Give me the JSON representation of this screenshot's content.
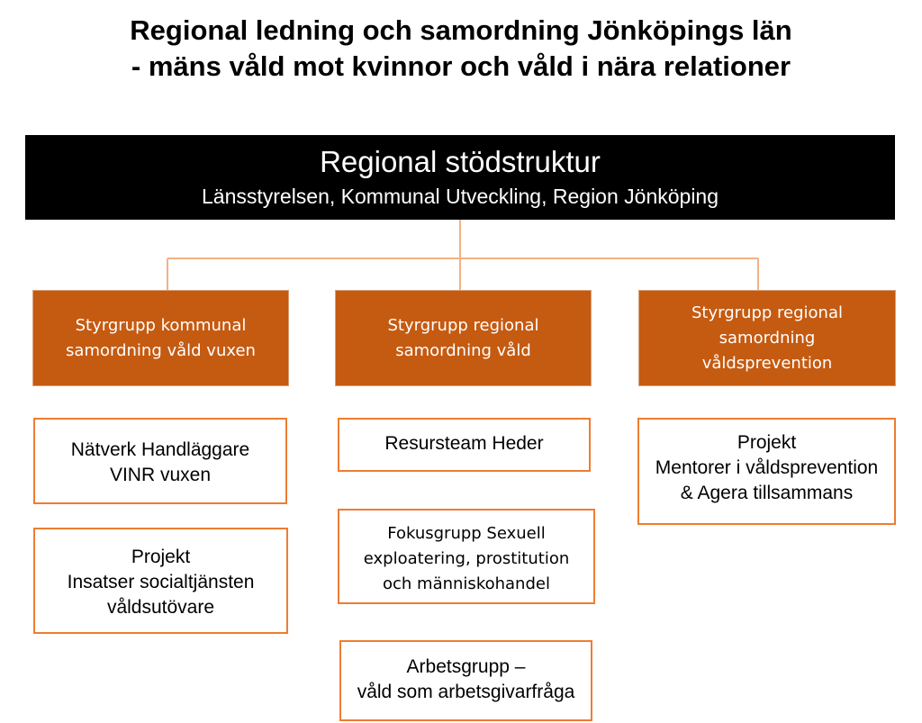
{
  "title": {
    "line1": "Regional ledning och samordning Jönköpings län",
    "line2": "- mäns våld mot kvinnor och våld i nära relationer"
  },
  "banner": {
    "heading": "Regional stödstruktur",
    "subheading": "Länsstyrelsen, Kommunal Utveckling, Region Jönköping"
  },
  "steering_groups": [
    {
      "lines": [
        "Styrgrupp kommunal",
        "samordning våld vuxen"
      ]
    },
    {
      "lines": [
        "Styrgrupp regional",
        "samordning våld"
      ]
    },
    {
      "lines": [
        "Styrgrupp regional",
        "samordning",
        "våldsprevention"
      ]
    }
  ],
  "groups": {
    "col1": [
      {
        "lines": [
          "Nätverk Handläggare",
          "VINR vuxen"
        ]
      },
      {
        "lines": [
          "Projekt",
          "Insatser socialtjänsten",
          "våldsutövare"
        ]
      }
    ],
    "col2": [
      {
        "lines": [
          "Resursteam Heder"
        ]
      },
      {
        "lines": [
          "Fokusgrupp Sexuell",
          "exploatering, prostitution",
          "och människohandel"
        ]
      },
      {
        "lines": [
          "Arbetsgrupp –",
          "våld som arbetsgivarfråga"
        ]
      }
    ],
    "col3": [
      {
        "lines": [
          "Projekt",
          "Mentorer i våldsprevention",
          "& Agera tillsammans"
        ]
      }
    ]
  },
  "colors": {
    "banner_bg": "#000000",
    "steering_fill": "#c55a11",
    "box_border": "#ed7d31",
    "connector": "#f4b183"
  }
}
